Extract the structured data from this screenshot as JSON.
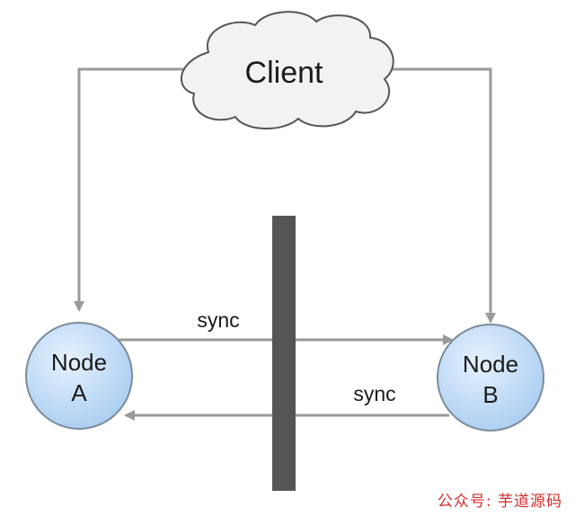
{
  "client": {
    "label": "Client"
  },
  "nodes": {
    "a": {
      "line1": "Node",
      "line2": "A"
    },
    "b": {
      "line1": "Node",
      "line2": "B"
    }
  },
  "links": {
    "a_to_b": {
      "label": "sync"
    },
    "b_to_a": {
      "label": "sync"
    }
  },
  "watermark": {
    "text": "公众号: 芋道源码"
  },
  "colors": {
    "node_fill_light": "#dcedfd",
    "node_fill_dark": "#a9cdf1",
    "node_stroke": "#7d8c99",
    "arrow": "#9a9a9a",
    "partition_bar": "#555555",
    "cloud_fill": "#f2f2f2",
    "cloud_stroke": "#555555",
    "watermark": "#d42b2b"
  }
}
